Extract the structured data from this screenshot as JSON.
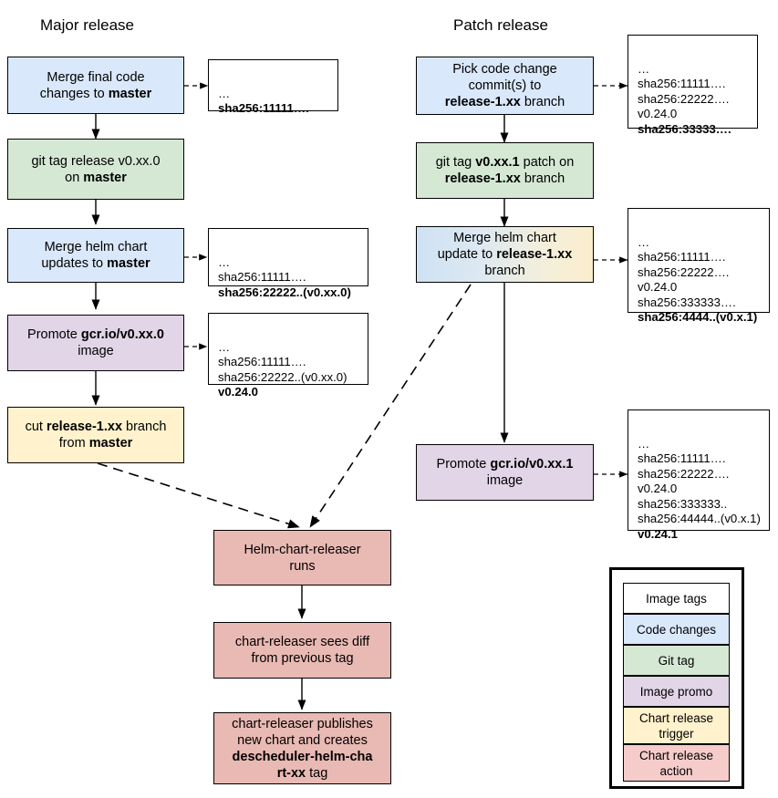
{
  "titles": {
    "major": "Major release",
    "patch": "Patch release"
  },
  "colors": {
    "code_changes": "#dae8fc",
    "git_tag": "#d5e8d4",
    "image_promo": "#e1d5e7",
    "chart_release_trigger": "#fff2cc",
    "chart_release_action": "#e9b9b3",
    "image_tags": "#ffffff",
    "border": "#000000"
  },
  "major_flow": {
    "n1": "Merge final code\nchanges to <b>master</b>",
    "n2": "git tag release v0.xx.0\non <b>master</b>",
    "n3": "Merge helm chart\nupdates to <b>master</b>",
    "n4": "Promote <b>gcr.io/v0.xx.0</b>\nimage",
    "n5": "cut <b>release-1.xx</b> branch\nfrom <b>master</b>"
  },
  "major_notes": {
    "note1": "…\n<b>sha256:11111….</b>",
    "note2": "…\nsha256:11111….\n<b>sha256:22222..(v0.xx.0)</b>",
    "note3": "…\nsha256:11111….\nsha256:22222..(v0.xx.0)\n<b>v0.24.0</b>"
  },
  "patch_flow": {
    "p1": "Pick code change\ncommit(s) to\n<b>release-1.xx</b> branch",
    "p2": "git tag <b>v0.xx.1</b> patch on\n<b>release-1.xx</b> branch",
    "p3": "Merge helm chart\nupdate to <b>release-1.xx</b>\nbranch",
    "p4": "Promote <b>gcr.io/v0.xx.1</b>\nimage"
  },
  "patch_notes": {
    "note1": "…\nsha256:11111….\nsha256:22222….\nv0.24.0\n<b>sha256:33333….</b>",
    "note2": "…\nsha256:11111….\nsha256:22222….\nv0.24.0\nsha256:333333….\n<b>sha256:4444..(v0.x.1)</b>",
    "note3": "…\nsha256:11111….\nsha256:22222….\nv0.24.0\nsha256:333333..\nsha256:44444..(v0.x.1)\n<b>v0.24.1</b>"
  },
  "releaser_flow": {
    "r1": "Helm-chart-releaser\nruns",
    "r2": "chart-releaser sees diff\nfrom previous tag",
    "r3": "chart-releaser publishes\nnew chart and creates\n<b>descheduler-helm-cha\nrt-xx</b> tag"
  },
  "legend": {
    "items": [
      {
        "label": "Image tags",
        "color": "#ffffff"
      },
      {
        "label": "Code changes",
        "color": "#dae8fc"
      },
      {
        "label": "Git tag",
        "color": "#d5e8d4"
      },
      {
        "label": "Image promo",
        "color": "#e1d5e7"
      },
      {
        "label": "Chart release\ntrigger",
        "color": "#fff2cc"
      },
      {
        "label": "Chart release\naction",
        "color": "#f6ccca"
      }
    ]
  }
}
